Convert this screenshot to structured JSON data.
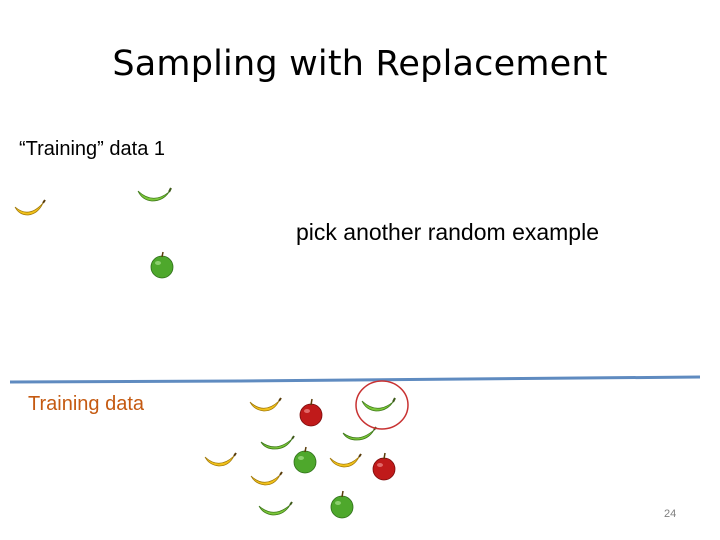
{
  "slide": {
    "title": "Sampling with Replacement",
    "subtitle": "“Training” data 1",
    "caption": "pick another random example",
    "training_label": "Training data",
    "page_number": "24"
  },
  "colors": {
    "banana_yellow": "#f2c21a",
    "banana_green": "#7cc83a",
    "apple_green": "#4ea82c",
    "apple_red": "#c01a1a",
    "divider_blue": "#5f8bc0",
    "highlight_red": "#c83232",
    "label_orange": "#c55a11"
  },
  "sample_fruits": [
    {
      "kind": "banana",
      "color": "yellow"
    },
    {
      "kind": "banana",
      "color": "green"
    },
    {
      "kind": "apple",
      "color": "green"
    }
  ],
  "training_fruits": [
    {
      "kind": "banana",
      "color": "yellow"
    },
    {
      "kind": "apple",
      "color": "red"
    },
    {
      "kind": "banana",
      "color": "green",
      "highlighted": true
    },
    {
      "kind": "banana",
      "color": "green"
    },
    {
      "kind": "banana",
      "color": "green"
    },
    {
      "kind": "banana",
      "color": "yellow"
    },
    {
      "kind": "apple",
      "color": "green"
    },
    {
      "kind": "banana",
      "color": "yellow"
    },
    {
      "kind": "apple",
      "color": "red"
    },
    {
      "kind": "banana",
      "color": "yellow"
    },
    {
      "kind": "banana",
      "color": "green"
    },
    {
      "kind": "apple",
      "color": "green"
    }
  ]
}
